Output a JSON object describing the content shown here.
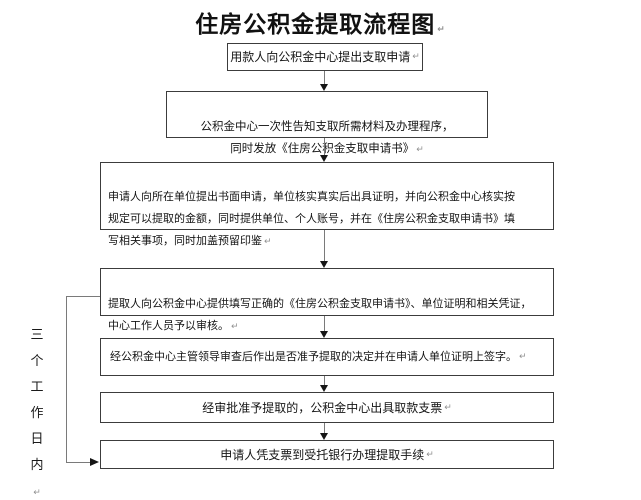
{
  "title": "住房公积金提取流程图",
  "marks": {
    "return_mark": "↵"
  },
  "colors": {
    "background": "#ffffff",
    "box_border": "#3c3c3c",
    "text": "#141414",
    "connector_line": "#7a7a7a",
    "arrow_head": "#151515"
  },
  "side_note": {
    "label": "三\n个\n工\n作\n日\n内"
  },
  "flow": {
    "steps": [
      {
        "text": "用款人向公积金中心提出支取申请"
      },
      {
        "text": "公积金中心一次性告知支取所需材料及办理程序，\n同时发放《住房公积金支取申请书》"
      },
      {
        "text": "申请人向所在单位提出书面申请，单位核实真实后出具证明，并向公积金中心核实按\n规定可以提取的金额，同时提供单位、个人账号，并在《住房公积金支取申请书》填\n写相关事项，同时加盖预留印鉴"
      },
      {
        "text": "提取人向公积金中心提供填写正确的《住房公积金支取申请书》、单位证明和相关凭证，\n中心工作人员予以审核。"
      },
      {
        "text": "经公积金中心主管领导审查后作出是否准予提取的决定并在申请人单位证明上签字。"
      },
      {
        "text": "经审批准予提取的，公积金中心出具取款支票"
      },
      {
        "text": "申请人凭支票到受托银行办理提取手续"
      }
    ]
  }
}
